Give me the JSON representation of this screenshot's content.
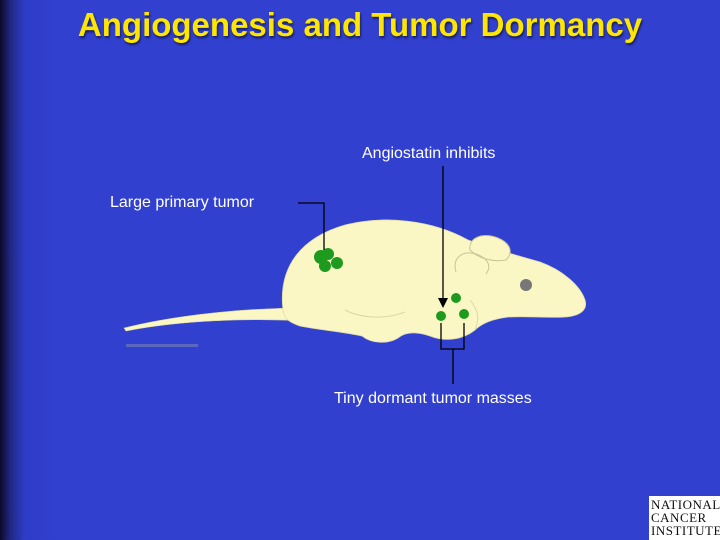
{
  "slide": {
    "title": "Angiogenesis and Tumor Dormancy"
  },
  "labels": {
    "angiostatin": "Angiostatin inhibits",
    "primary_tumor": "Large primary tumor",
    "dormant_masses": "Tiny dormant tumor masses"
  },
  "logo": {
    "lines": [
      "NATIONAL",
      "CANCER",
      "INSTITUTE"
    ]
  },
  "colors": {
    "background": "#3140cf",
    "title": "#ffe600",
    "mouse_body": "#fbf7c4",
    "tumor": "#1e9a1e",
    "eye": "#777777"
  }
}
